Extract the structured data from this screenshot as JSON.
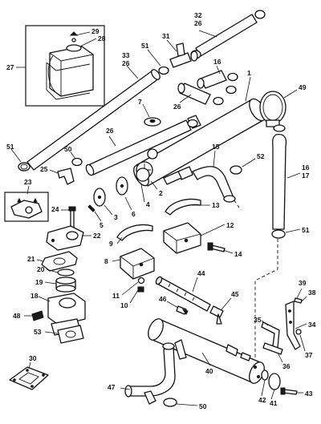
{
  "callouts": {
    "c1": "1",
    "c2": "2",
    "c3": "3",
    "c4": "4",
    "c5": "5",
    "c6": "6",
    "c7": "7",
    "c8": "8",
    "c9": "9",
    "c10": "10",
    "c11": "11",
    "c12": "12",
    "c13": "13",
    "c14": "14",
    "c15": "15",
    "c16a": "16",
    "c16b": "16",
    "c17": "17",
    "c18": "18",
    "c19": "19",
    "c20": "20",
    "c21": "21",
    "c22": "22",
    "c23": "23",
    "c24": "24",
    "c25": "25",
    "c26a": "26",
    "c26b": "26",
    "c26c": "26",
    "c26d": "26",
    "c27": "27",
    "c28": "28",
    "c29": "29",
    "c30": "30",
    "c31": "31",
    "c32": "32",
    "c33": "33",
    "c34": "34",
    "c35": "35",
    "c36": "36",
    "c37": "37",
    "c38": "38",
    "c39": "39",
    "c40": "40",
    "c41": "41",
    "c42": "42",
    "c43": "43",
    "c44": "44",
    "c45": "45",
    "c46": "46",
    "c47": "47",
    "c48": "48",
    "c49": "49",
    "c50a": "50",
    "c50b": "50",
    "c51a": "51",
    "c51b": "51",
    "c51c": "51",
    "c52": "52",
    "c53": "53"
  }
}
